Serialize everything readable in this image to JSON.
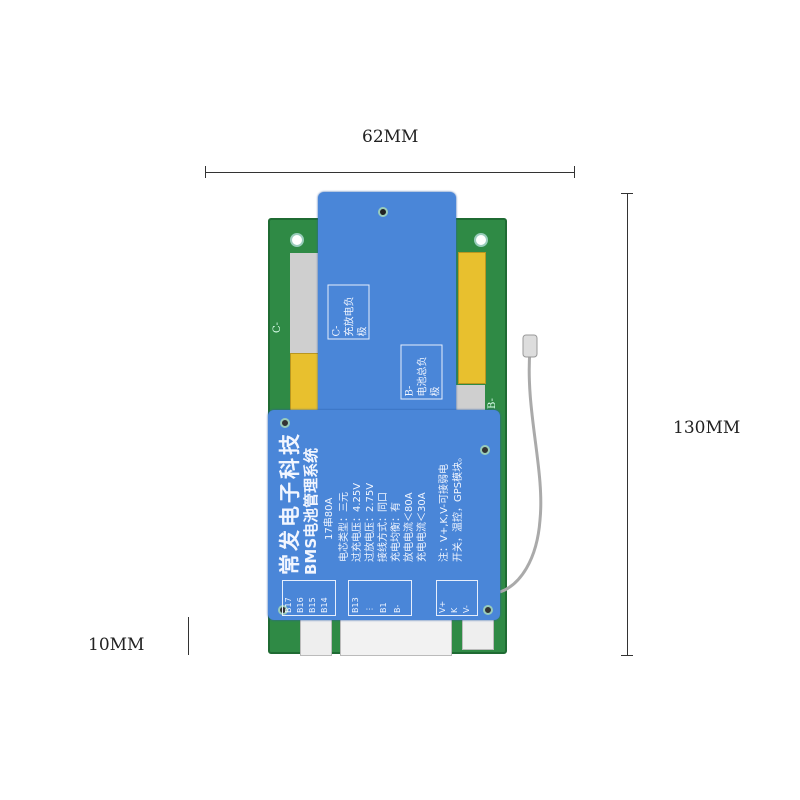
{
  "dimensions": {
    "width": "62MM",
    "height": "130MM",
    "thickness": "10MM"
  },
  "board": {
    "upper_label_c": {
      "code": "C-",
      "text": "充放电负极"
    },
    "upper_label_b": {
      "code": "B-",
      "text": "电池总负极"
    },
    "side_c": "C-",
    "side_b": "B-",
    "brand": "常发电子科技",
    "product": "BMS电池管理系统",
    "spec_model": "17串80A",
    "specs": [
      "电芯类型：三元",
      "过充电压：4.25V",
      "过放电压：2.75V",
      "接线方式：同口",
      "充电均衡：有",
      "放电电流＜80A",
      "充电电流＜30A"
    ],
    "notes": [
      "注：V+,K,V-可接弱电",
      "开关，温控，GPS模块。"
    ],
    "connector1": [
      "B17",
      "B16",
      "B15",
      "B14"
    ],
    "connector2": [
      "B13",
      "⋮",
      "B1",
      "B-"
    ],
    "connector3": [
      "V+",
      "K",
      "V-"
    ]
  }
}
